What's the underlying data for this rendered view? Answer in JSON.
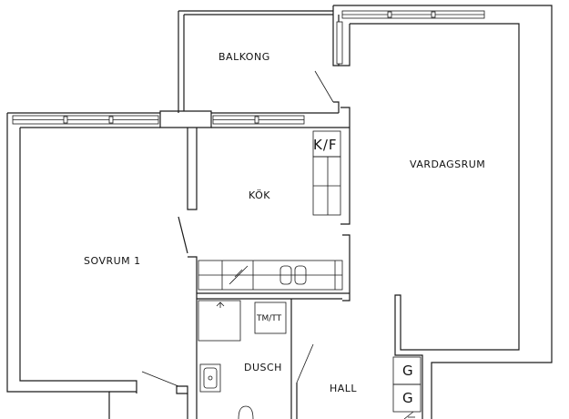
{
  "rooms": {
    "balkong": "BALKONG",
    "vardagsrum": "VARDAGSRUM",
    "kok": "KÖK",
    "sovrum": "SOVRUM 1",
    "dusch": "DUSCH",
    "hall": "HALL"
  },
  "fixtures": {
    "kyl_frys": "K/F",
    "tm_tt": "TM/TT",
    "closet_1": "G",
    "closet_2": "G"
  }
}
